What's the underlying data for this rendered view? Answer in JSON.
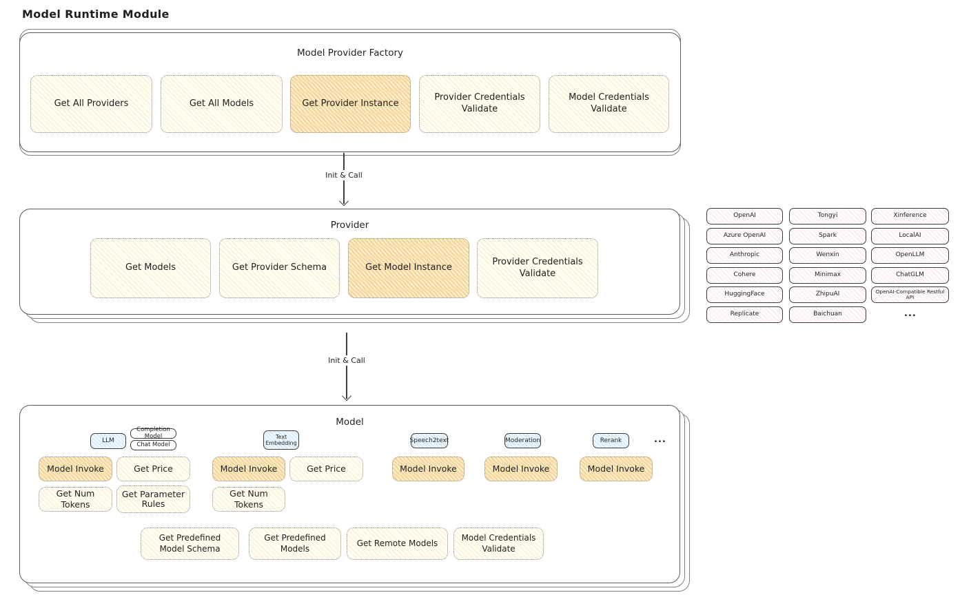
{
  "page_title": "Model Runtime Module",
  "colors": {
    "stroke": "#5a5a5a",
    "text": "#1f1f1f",
    "yellow_fill": "#fffdf4",
    "yellow_hatch": "#f0d687",
    "orange_fill": "#fbeecf",
    "orange_hatch": "#eeb252",
    "pink_fill": "#fffbfb",
    "pink_hatch": "#f0c3cb",
    "blue_fill": "#eef7fe",
    "blue_hatch": "#8cc3f0"
  },
  "factory": {
    "title": "Model Provider Factory",
    "buttons": [
      {
        "label": "Get All Providers",
        "highlighted": false
      },
      {
        "label": "Get All Models",
        "highlighted": false
      },
      {
        "label": "Get Provider Instance",
        "highlighted": true
      },
      {
        "label": "Provider Credentials Validate",
        "highlighted": false
      },
      {
        "label": "Model Credentials Validate",
        "highlighted": false
      }
    ]
  },
  "arrows": [
    {
      "label": "Init & Call"
    },
    {
      "label": "Init & Call"
    }
  ],
  "provider": {
    "title": "Provider",
    "buttons": [
      {
        "label": "Get Models",
        "highlighted": false
      },
      {
        "label": "Get Provider Schema",
        "highlighted": false
      },
      {
        "label": "Get Model Instance",
        "highlighted": true
      },
      {
        "label": "Provider Credentials Validate",
        "highlighted": false
      }
    ]
  },
  "provider_registry": {
    "columns": [
      [
        "OpenAI",
        "Azure OpenAI",
        "Anthropic",
        "Cohere",
        "HuggingFace",
        "Replicate"
      ],
      [
        "Tongyi",
        "Spark",
        "Wenxin",
        "Minimax",
        "ZhipuAI",
        "Baichuan"
      ],
      [
        "Xinference",
        "LocalAI",
        "OpenLLM",
        "ChatGLM",
        "OpenAI-Compatible Restful API"
      ]
    ],
    "ellipsis": "..."
  },
  "model": {
    "title": "Model",
    "ellipsis": "...",
    "sections": {
      "llm": {
        "tab": "LLM",
        "subtabs": [
          "Completion Model",
          "Chat Model"
        ],
        "buttons": [
          {
            "label": "Model Invoke",
            "highlighted": true
          },
          {
            "label": "Get Price",
            "highlighted": false
          },
          {
            "label": "Get Num Tokens",
            "highlighted": false
          },
          {
            "label": "Get Parameter Rules",
            "highlighted": false
          }
        ]
      },
      "text_embedding": {
        "tab": "Text Embedding",
        "buttons": [
          {
            "label": "Model Invoke",
            "highlighted": true
          },
          {
            "label": "Get Price",
            "highlighted": false
          },
          {
            "label": "Get Num Tokens",
            "highlighted": false
          }
        ]
      },
      "speech2text": {
        "tab": "Speech2text",
        "buttons": [
          {
            "label": "Model Invoke",
            "highlighted": true
          }
        ]
      },
      "moderation": {
        "tab": "Moderation",
        "buttons": [
          {
            "label": "Model Invoke",
            "highlighted": true
          }
        ]
      },
      "rerank": {
        "tab": "Rerank",
        "buttons": [
          {
            "label": "Model Invoke",
            "highlighted": true
          }
        ]
      }
    },
    "bottom_buttons": [
      {
        "label": "Get Predefined Model Schema"
      },
      {
        "label": "Get Predefined Models"
      },
      {
        "label": "Get Remote Models"
      },
      {
        "label": "Model Credentials Validate"
      }
    ]
  }
}
